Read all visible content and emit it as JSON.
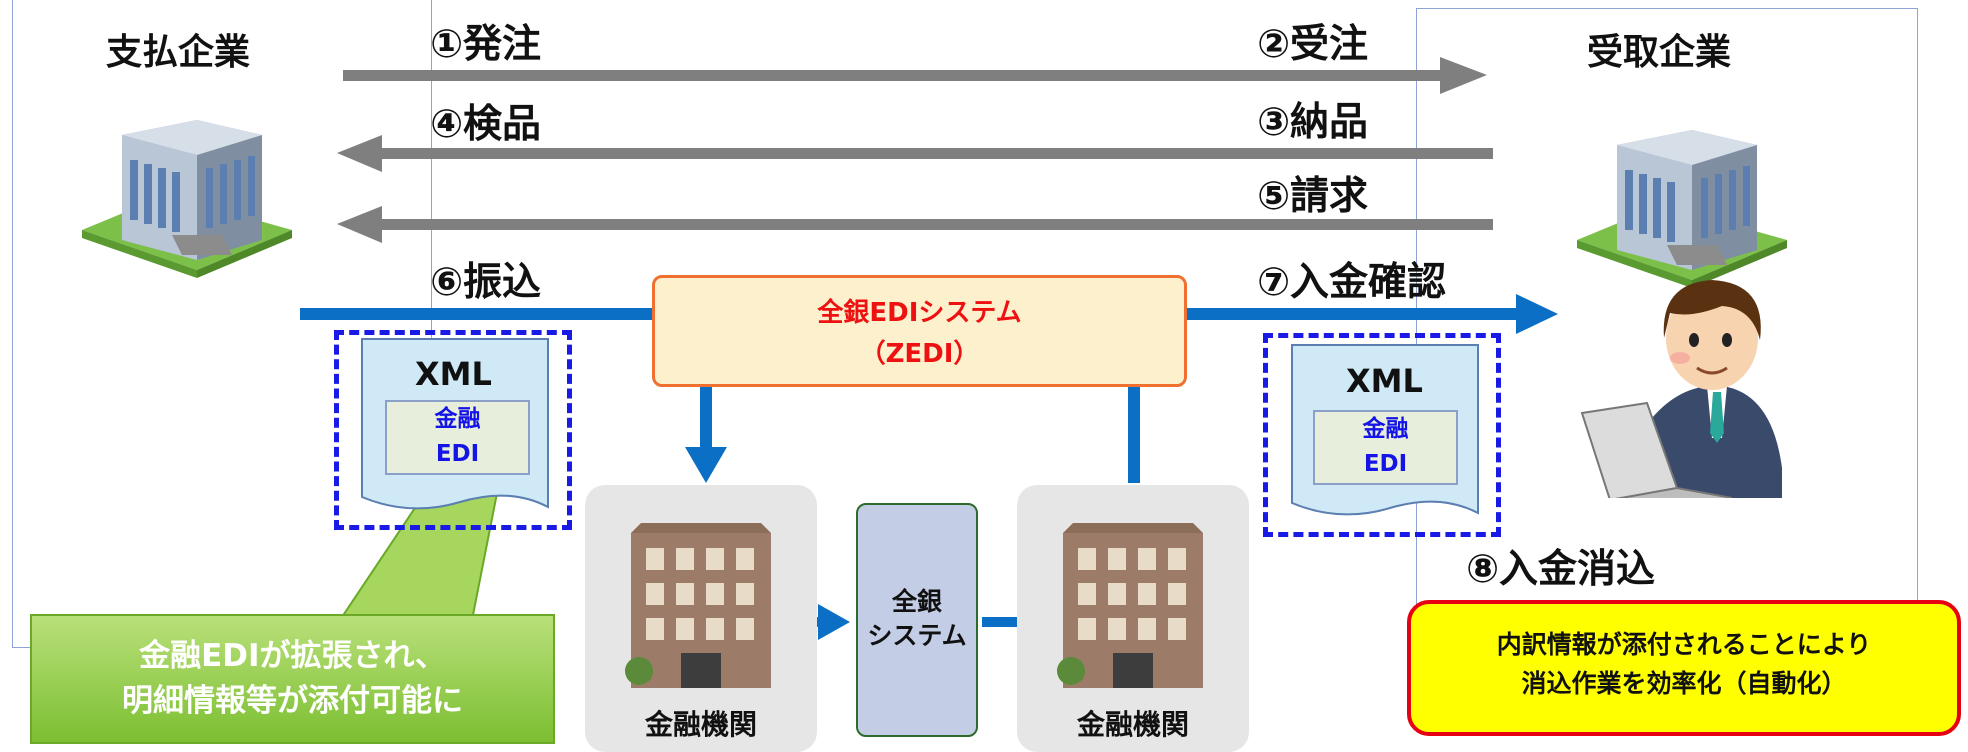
{
  "companies": {
    "payer": "支払企業",
    "receiver": "受取企業"
  },
  "flow_labels": {
    "order": "①発注",
    "order_receipt": "②受注",
    "delivery": "③納品",
    "inspection": "④検品",
    "invoice": "⑤請求",
    "transfer": "⑥振込",
    "deposit_confirm": "⑦入金確認",
    "reconciliation": "⑧入金消込"
  },
  "zedi": {
    "line1": "全銀EDIシステム",
    "line2": "（ZEDI）"
  },
  "documents": {
    "xml_label": "XML",
    "edi_line1": "金融",
    "edi_line2": "EDI"
  },
  "banks": {
    "label": "金融機関",
    "zengin_line1": "全銀",
    "zengin_line2": "システム"
  },
  "callouts": {
    "green_line1": "金融EDIが拡張され、",
    "green_line2": "明細情報等が添付可能に",
    "yellow_line1": "内訳情報が添付されることにより",
    "yellow_line2": "消込作業を効率化（自動化）"
  },
  "colors": {
    "gray_arrow": "#7f7f7f",
    "blue_arrow": "#0b6fc6",
    "dashed_border": "#1a1ae6",
    "zedi_text": "#ee1111",
    "callout_red_border": "#e60012",
    "callout_yellow": "#ffff00",
    "callout_green": "#7cbf32"
  },
  "icons": [
    "office-building-icon",
    "bank-building-icon",
    "businessman-laptop-icon"
  ]
}
